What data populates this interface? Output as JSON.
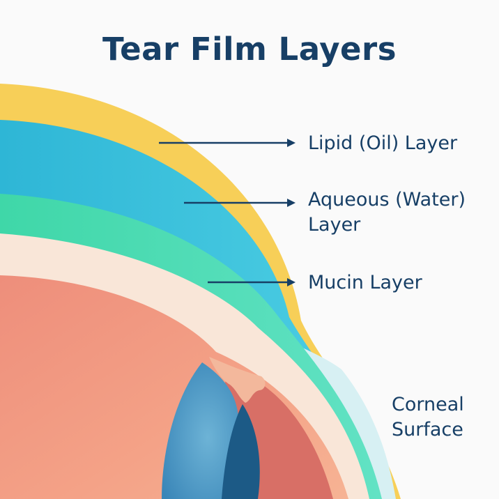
{
  "title": "Tear Film Layers",
  "labels": {
    "lipid": "Lipid (Oil) Layer",
    "aqueous_line1": "Aqueous (Water)",
    "aqueous_line2": "Layer",
    "mucin": "Mucin Layer",
    "cornea_line1": "Corneal",
    "cornea_line2": "Surface"
  },
  "colors": {
    "background": "#fafafa",
    "text": "#173f66",
    "lipid": "#f7cf58",
    "aqueous": "#36c4dc",
    "mucin_green": "#3ed9b0",
    "mucin_cream": "#f9e6d8",
    "cornea_edge": "#d2eef2",
    "eye_tissue": "#ed8c77",
    "iris": "#3f8fbd",
    "lens": "#1c5a86"
  }
}
